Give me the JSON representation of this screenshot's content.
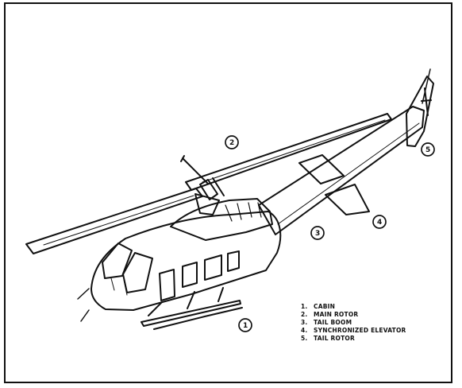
{
  "callouts": [
    {
      "number": "1"
    },
    {
      "number": "2"
    },
    {
      "number": "3"
    },
    {
      "number": "4"
    },
    {
      "number": "5"
    }
  ],
  "legend": [
    {
      "number": "1.",
      "label": "CABIN"
    },
    {
      "number": "2.",
      "label": "MAIN ROTOR"
    },
    {
      "number": "3.",
      "label": "TAIL BOOM"
    },
    {
      "number": "4.",
      "label": "SYNCHRONIZED ELEVATOR"
    },
    {
      "number": "5.",
      "label": "TAIL ROTOR"
    }
  ]
}
